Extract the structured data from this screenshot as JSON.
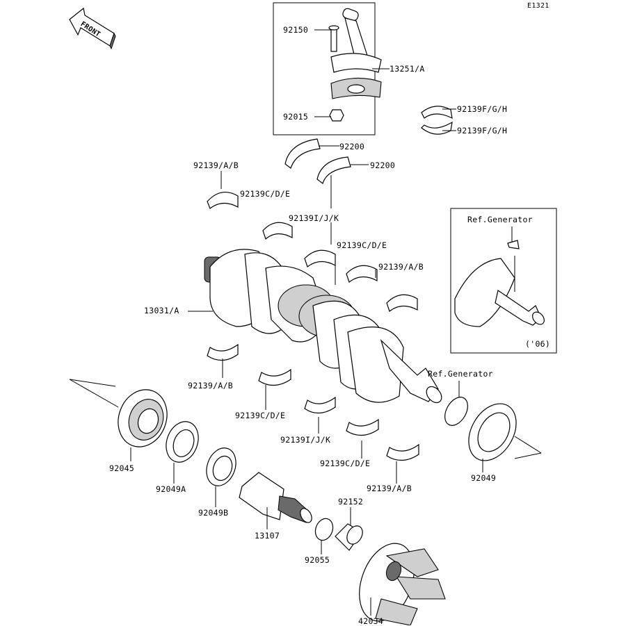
{
  "diagram_code": "E1321",
  "front_label": "FRONT",
  "labels": {
    "p92150": "92150",
    "p13251A": "13251/A",
    "p92015": "92015",
    "p92139FGH_1": "92139F/G/H",
    "p92139FGH_2": "92139F/G/H",
    "p92200_1": "92200",
    "p92200_2": "92200",
    "p92139AB_top": "92139/A/B",
    "p92139CDE_top": "92139C/D/E",
    "p92139IJK_top": "92139I/J/K",
    "p92139CDE_mid": "92139C/D/E",
    "p92139AB_mid": "92139/A/B",
    "p13031A": "13031/A",
    "p92139AB_left": "92139/A/B",
    "p92139CDE_low": "92139C/D/E",
    "p92139IJK_low": "92139I/J/K",
    "p92139CDE_low2": "92139C/D/E",
    "p92139AB_low": "92139/A/B",
    "p92045": "92045",
    "p92049A": "92049A",
    "p92049B": "92049B",
    "p13107": "13107",
    "p92055": "92055",
    "p92152": "92152",
    "p42034": "42034",
    "p92049": "92049",
    "ref_generator_main": "Ref.Generator",
    "ref_generator_inset": "Ref.Generator",
    "inset_year": "('06)"
  }
}
